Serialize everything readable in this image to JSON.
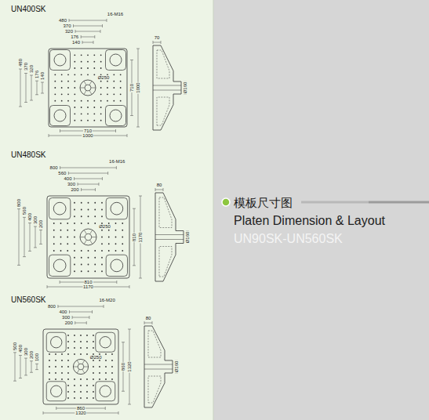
{
  "diagram": {
    "title": "模板尺寸图",
    "labels": [
      "UN400SK",
      "480",
      "370",
      "320",
      "176",
      "140",
      "16-M16",
      "480",
      "370",
      "320",
      "176",
      "140",
      "710",
      "1000",
      "710",
      "1000",
      "Ø250",
      "70",
      "Ø160",
      "UN480SK",
      "800",
      "560",
      "400",
      "300",
      "200",
      "16-M16",
      "800",
      "560",
      "400",
      "300",
      "200",
      "810",
      "1170",
      "810",
      "1170",
      "Ø250",
      "80",
      "Ø160",
      "UN560SK",
      "800",
      "400",
      "300",
      "200",
      "16-M20",
      "500",
      "400",
      "300",
      "200",
      "100",
      "860",
      "1320",
      "860",
      "1320",
      "Ø250",
      "80",
      "Ø160",
      "Platen Dimension & Layout",
      "UN90SK-UN560SK"
    ]
  }
}
